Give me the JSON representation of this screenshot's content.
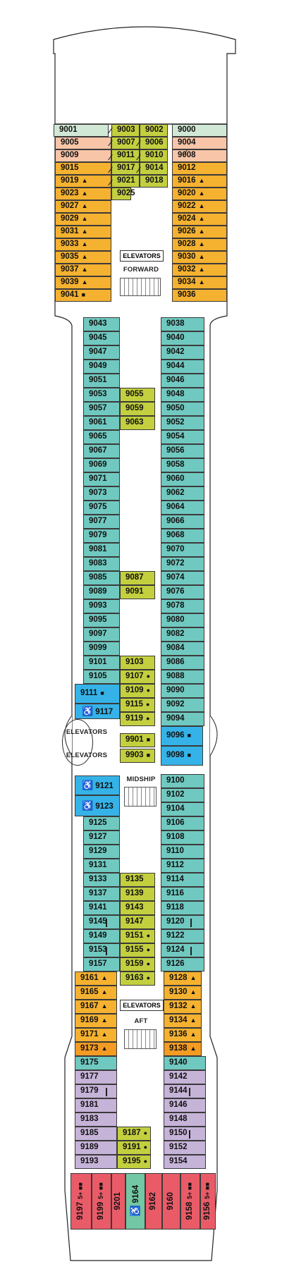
{
  "labels": {
    "elevators_forward": "ELEVATORS",
    "forward": "FORWARD",
    "elevators_mid_1": "ELEVATORS",
    "elevators_mid_2": "ELEVATORS",
    "midship": "MIDSHIP",
    "elevators_aft": "ELEVATORS",
    "aft": "AFT"
  },
  "legend_colors": {
    "teal": "#70c9c0",
    "orange": "#f5b130",
    "lime": "#c3cf3e",
    "peach": "#f8c5a8",
    "mint": "#d2e8d6",
    "blue": "#35b3e8",
    "purple": "#c6b3d8",
    "red": "#ea5b68",
    "green": "#73c7a4"
  },
  "cabins": [
    {
      "n": "9001",
      "m": ""
    },
    {
      "n": "9003",
      "m": ""
    },
    {
      "n": "9002",
      "m": ""
    },
    {
      "n": "9000",
      "m": ""
    },
    {
      "n": "9005",
      "m": ""
    },
    {
      "n": "9007",
      "m": ""
    },
    {
      "n": "9006",
      "m": ""
    },
    {
      "n": "9004",
      "m": ""
    },
    {
      "n": "9009",
      "m": ""
    },
    {
      "n": "9011",
      "m": ""
    },
    {
      "n": "9010",
      "m": ""
    },
    {
      "n": "9008",
      "m": ""
    },
    {
      "n": "9015",
      "m": ""
    },
    {
      "n": "9017",
      "m": ""
    },
    {
      "n": "9014",
      "m": ""
    },
    {
      "n": "9012",
      "m": ""
    },
    {
      "n": "9019",
      "m": "▲"
    },
    {
      "n": "9021",
      "m": ""
    },
    {
      "n": "9018",
      "m": ""
    },
    {
      "n": "9016",
      "m": "▲"
    },
    {
      "n": "9023",
      "m": "▲"
    },
    {
      "n": "9025",
      "m": ""
    },
    {
      "n": "9020",
      "m": "▲"
    },
    {
      "n": "9027",
      "m": "▲"
    },
    {
      "n": "9022",
      "m": "▲"
    },
    {
      "n": "9029",
      "m": "▲"
    },
    {
      "n": "9024",
      "m": "▲"
    },
    {
      "n": "9031",
      "m": "▲"
    },
    {
      "n": "9026",
      "m": "▲"
    },
    {
      "n": "9033",
      "m": "▲"
    },
    {
      "n": "9028",
      "m": "▲"
    },
    {
      "n": "9035",
      "m": "▲"
    },
    {
      "n": "9030",
      "m": "▲"
    },
    {
      "n": "9037",
      "m": "▲"
    },
    {
      "n": "9032",
      "m": "▲"
    },
    {
      "n": "9039",
      "m": "▲"
    },
    {
      "n": "9034",
      "m": "▲"
    },
    {
      "n": "9041",
      "m": "■"
    },
    {
      "n": "9036",
      "m": ""
    },
    {
      "n": "9043",
      "m": ""
    },
    {
      "n": "9038",
      "m": ""
    },
    {
      "n": "9045",
      "m": ""
    },
    {
      "n": "9040",
      "m": ""
    },
    {
      "n": "9047",
      "m": ""
    },
    {
      "n": "9042",
      "m": ""
    },
    {
      "n": "9049",
      "m": ""
    },
    {
      "n": "9044",
      "m": ""
    },
    {
      "n": "9051",
      "m": ""
    },
    {
      "n": "9046",
      "m": ""
    },
    {
      "n": "9053",
      "m": ""
    },
    {
      "n": "9055",
      "m": ""
    },
    {
      "n": "9048",
      "m": ""
    },
    {
      "n": "9057",
      "m": ""
    },
    {
      "n": "9059",
      "m": ""
    },
    {
      "n": "9050",
      "m": ""
    },
    {
      "n": "9061",
      "m": ""
    },
    {
      "n": "9063",
      "m": ""
    },
    {
      "n": "9052",
      "m": ""
    },
    {
      "n": "9065",
      "m": ""
    },
    {
      "n": "9054",
      "m": ""
    },
    {
      "n": "9067",
      "m": ""
    },
    {
      "n": "9056",
      "m": ""
    },
    {
      "n": "9069",
      "m": ""
    },
    {
      "n": "9058",
      "m": ""
    },
    {
      "n": "9071",
      "m": ""
    },
    {
      "n": "9060",
      "m": ""
    },
    {
      "n": "9073",
      "m": ""
    },
    {
      "n": "9062",
      "m": ""
    },
    {
      "n": "9075",
      "m": ""
    },
    {
      "n": "9064",
      "m": ""
    },
    {
      "n": "9077",
      "m": ""
    },
    {
      "n": "9066",
      "m": ""
    },
    {
      "n": "9079",
      "m": ""
    },
    {
      "n": "9068",
      "m": ""
    },
    {
      "n": "9081",
      "m": ""
    },
    {
      "n": "9070",
      "m": ""
    },
    {
      "n": "9083",
      "m": ""
    },
    {
      "n": "9072",
      "m": ""
    },
    {
      "n": "9085",
      "m": ""
    },
    {
      "n": "9087",
      "m": ""
    },
    {
      "n": "9074",
      "m": ""
    },
    {
      "n": "9089",
      "m": ""
    },
    {
      "n": "9091",
      "m": ""
    },
    {
      "n": "9076",
      "m": ""
    },
    {
      "n": "9093",
      "m": ""
    },
    {
      "n": "9078",
      "m": ""
    },
    {
      "n": "9095",
      "m": ""
    },
    {
      "n": "9080",
      "m": ""
    },
    {
      "n": "9097",
      "m": ""
    },
    {
      "n": "9082",
      "m": ""
    },
    {
      "n": "9099",
      "m": ""
    },
    {
      "n": "9084",
      "m": ""
    },
    {
      "n": "9101",
      "m": ""
    },
    {
      "n": "9103",
      "m": ""
    },
    {
      "n": "9086",
      "m": ""
    },
    {
      "n": "9105",
      "m": ""
    },
    {
      "n": "9107",
      "m": "●"
    },
    {
      "n": "9088",
      "m": ""
    },
    {
      "n": "9111",
      "m": "■"
    },
    {
      "n": "9109",
      "m": "●"
    },
    {
      "n": "9090",
      "m": ""
    },
    {
      "n": "9115",
      "m": "●"
    },
    {
      "n": "9092",
      "m": ""
    },
    {
      "n": "9117",
      "m": ""
    },
    {
      "n": "9119",
      "m": "●"
    },
    {
      "n": "9094",
      "m": ""
    },
    {
      "n": "9901",
      "m": "■"
    },
    {
      "n": "9096",
      "m": "■"
    },
    {
      "n": "9903",
      "m": "■"
    },
    {
      "n": "9098",
      "m": "■"
    },
    {
      "n": "9121",
      "m": ""
    },
    {
      "n": "9100",
      "m": ""
    },
    {
      "n": "9102",
      "m": ""
    },
    {
      "n": "9123",
      "m": ""
    },
    {
      "n": "9104",
      "m": ""
    },
    {
      "n": "9125",
      "m": ""
    },
    {
      "n": "9106",
      "m": ""
    },
    {
      "n": "9127",
      "m": ""
    },
    {
      "n": "9108",
      "m": ""
    },
    {
      "n": "9129",
      "m": ""
    },
    {
      "n": "9110",
      "m": ""
    },
    {
      "n": "9131",
      "m": ""
    },
    {
      "n": "9112",
      "m": ""
    },
    {
      "n": "9133",
      "m": ""
    },
    {
      "n": "9135",
      "m": ""
    },
    {
      "n": "9114",
      "m": ""
    },
    {
      "n": "9137",
      "m": ""
    },
    {
      "n": "9139",
      "m": ""
    },
    {
      "n": "9116",
      "m": ""
    },
    {
      "n": "9141",
      "m": ""
    },
    {
      "n": "9143",
      "m": ""
    },
    {
      "n": "9118",
      "m": ""
    },
    {
      "n": "9145",
      "m": ""
    },
    {
      "n": "9147",
      "m": ""
    },
    {
      "n": "9120",
      "m": ""
    },
    {
      "n": "9149",
      "m": ""
    },
    {
      "n": "9151",
      "m": "●"
    },
    {
      "n": "9122",
      "m": ""
    },
    {
      "n": "9153",
      "m": ""
    },
    {
      "n": "9155",
      "m": "●"
    },
    {
      "n": "9124",
      "m": ""
    },
    {
      "n": "9157",
      "m": ""
    },
    {
      "n": "9159",
      "m": "●"
    },
    {
      "n": "9126",
      "m": ""
    },
    {
      "n": "9163",
      "m": "●"
    },
    {
      "n": "9161",
      "m": "▲"
    },
    {
      "n": "9128",
      "m": "▲"
    },
    {
      "n": "9165",
      "m": "▲"
    },
    {
      "n": "9130",
      "m": "▲"
    },
    {
      "n": "9167",
      "m": "▲"
    },
    {
      "n": "9132",
      "m": "▲"
    },
    {
      "n": "9169",
      "m": "▲"
    },
    {
      "n": "9134",
      "m": "▲"
    },
    {
      "n": "9171",
      "m": "▲"
    },
    {
      "n": "9136",
      "m": "▲"
    },
    {
      "n": "9173",
      "m": "▲"
    },
    {
      "n": "9138",
      "m": "▲"
    },
    {
      "n": "9175",
      "m": ""
    },
    {
      "n": "9140",
      "m": ""
    },
    {
      "n": "9177",
      "m": ""
    },
    {
      "n": "9142",
      "m": ""
    },
    {
      "n": "9179",
      "m": ""
    },
    {
      "n": "9144",
      "m": ""
    },
    {
      "n": "9181",
      "m": ""
    },
    {
      "n": "9146",
      "m": ""
    },
    {
      "n": "9183",
      "m": ""
    },
    {
      "n": "9148",
      "m": ""
    },
    {
      "n": "9185",
      "m": ""
    },
    {
      "n": "9187",
      "m": "●"
    },
    {
      "n": "9150",
      "m": ""
    },
    {
      "n": "9189",
      "m": ""
    },
    {
      "n": "9191",
      "m": "●"
    },
    {
      "n": "9152",
      "m": ""
    },
    {
      "n": "9193",
      "m": ""
    },
    {
      "n": "9195",
      "m": "●"
    },
    {
      "n": "9154",
      "m": ""
    },
    {
      "n": "9197",
      "m": "5+ ■■"
    },
    {
      "n": "9199",
      "m": "5+ ■■"
    },
    {
      "n": "9201",
      "m": ""
    },
    {
      "n": "9164",
      "m": ""
    },
    {
      "n": "9162",
      "m": ""
    },
    {
      "n": "9160",
      "m": ""
    },
    {
      "n": "9158",
      "m": "5+ ■■"
    },
    {
      "n": "9156",
      "m": "5+ ■■"
    }
  ]
}
